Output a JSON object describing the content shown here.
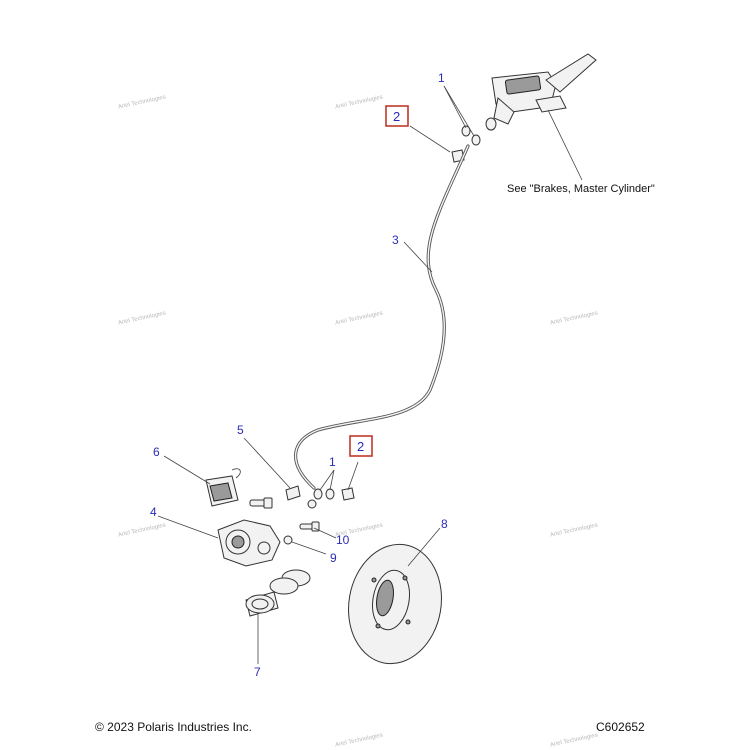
{
  "callouts": {
    "c1_top": "1",
    "c2_top": "2",
    "c3": "3",
    "c5": "5",
    "c6": "6",
    "c2_mid": "2",
    "c1_mid": "1",
    "c4": "4",
    "c10": "10",
    "c9": "9",
    "c8": "8",
    "c7": "7"
  },
  "note": "See \"Brakes, Master Cylinder\"",
  "watermark": "Ariel Technologies",
  "footer": {
    "copyright": "© 2023 Polaris Industries Inc.",
    "code": "C602652"
  },
  "colors": {
    "callout_text": "#2b2bb8",
    "callout_box": "#c0392b"
  }
}
